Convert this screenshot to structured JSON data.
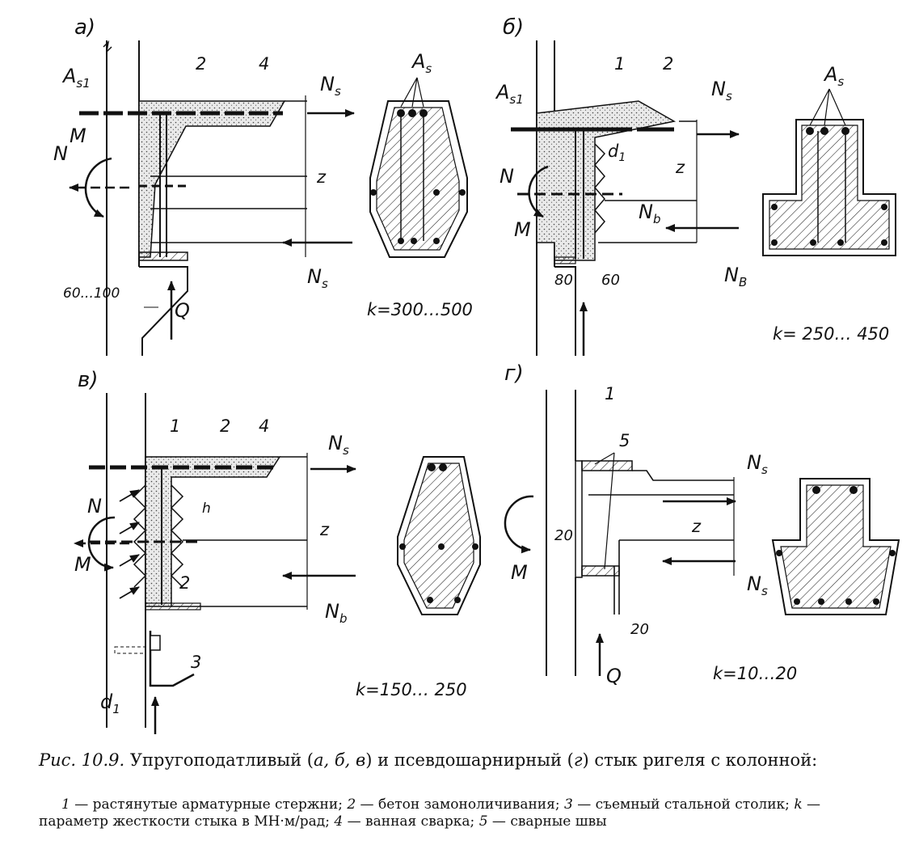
{
  "panels": {
    "a": {
      "letter": "а)",
      "labels": {
        "As1": "A",
        "As1_sub": "s1",
        "n2": "2",
        "n4": "4",
        "Ns_p": "N",
        "Ns_p_sub": "s",
        "N": "N",
        "M": "M",
        "z": "z",
        "Ns2": "N",
        "Ns2_sub": "s",
        "dim": "60...100",
        "Q": "Q",
        "As": "A",
        "As_sub": "s"
      },
      "k": "k=300…500"
    },
    "b": {
      "letter": "б)",
      "labels": {
        "As1": "A",
        "As1_sub": "s1",
        "n1": "1",
        "n2": "2",
        "Ns": "N",
        "Ns_sub": "s",
        "d1": "d",
        "d1_sub": "1",
        "N": "N",
        "M": "M",
        "z": "z",
        "Nb": "N",
        "Nb_sub": "b",
        "NB": "N",
        "NB_sub": "B",
        "dim80": "80",
        "dim60": "60",
        "As": "A",
        "As_sub": "s"
      },
      "k": "k= 250… 450"
    },
    "v": {
      "letter": "в)",
      "labels": {
        "n1": "1",
        "n2": "2",
        "n4": "4",
        "Ns": "N",
        "Ns_sub": "s",
        "h": "h",
        "N": "N",
        "M": "M",
        "z": "z",
        "n2b": "2",
        "Nb": "N",
        "Nb_sub": "b",
        "n3": "3",
        "d1": "d",
        "d1_sub": "1"
      },
      "k": "k=150… 250"
    },
    "g": {
      "letter": "г)",
      "labels": {
        "n1": "1",
        "n5": "5",
        "Ns": "N",
        "Ns_sub": "s",
        "dim20a": "20",
        "z": "z",
        "M": "M",
        "Ns2": "N",
        "Ns2_sub": "s",
        "dim20b": "20",
        "Q": "Q"
      },
      "k": "k=10…20"
    }
  },
  "caption": {
    "fig_ref": "Рис. 10.9.",
    "title_before": " Упругоподатливый (",
    "title_letters1": "а, б, в",
    "title_mid": ") и псевдошарнирный (",
    "title_letters2": "г",
    "title_after": ") стык ригеля с колонной:",
    "legend": [
      {
        "n": "1",
        "text": " — растянутые арматурные стержни; "
      },
      {
        "n": "2",
        "text": " — бетон замоноличивания; "
      },
      {
        "n": "3",
        "text": " — съемный стальной столик; "
      },
      {
        "n": "k",
        "text": " — параметр жесткости стыка в МН·м/рад; "
      },
      {
        "n": "4",
        "text": " — ванная сварка; "
      },
      {
        "n": "5",
        "text": " — сварные швы"
      }
    ]
  }
}
